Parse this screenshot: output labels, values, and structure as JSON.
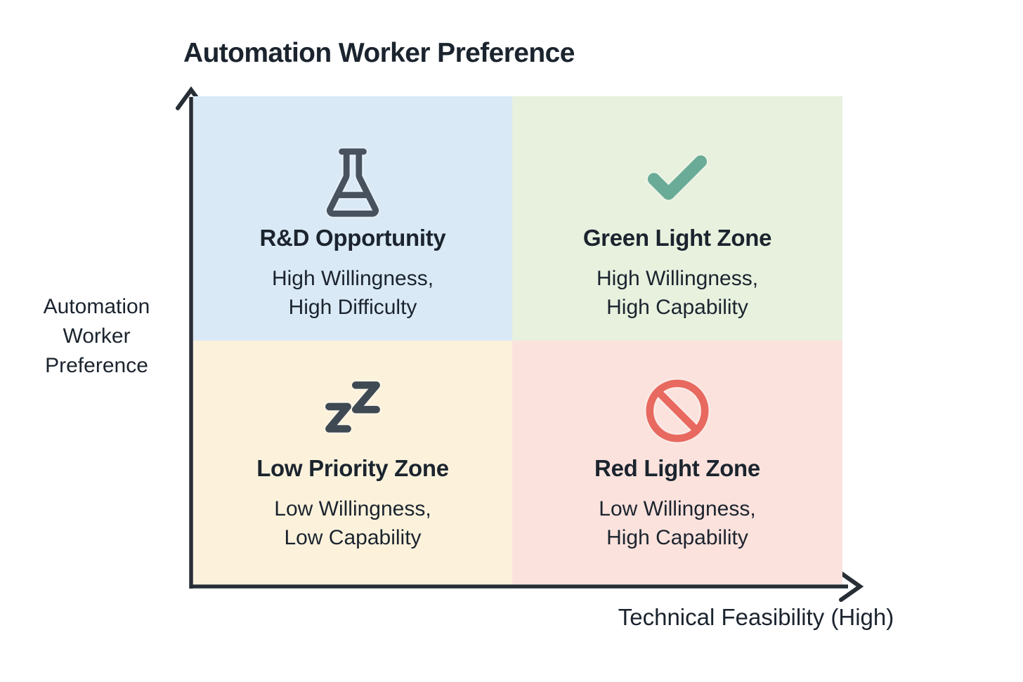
{
  "title": "Automation Worker Preference",
  "axes": {
    "y_label_line1": "Automation",
    "y_label_line2": "Worker",
    "y_label_line3": "Preference",
    "x_label": "Technical Feasibility (High)"
  },
  "quadrants": {
    "top_left": {
      "icon": "flask-icon",
      "heading": "R&D Opportunity",
      "sub_line1": "High Willingness,",
      "sub_line2": "High Difficulty",
      "bg": "#dae9f6",
      "icon_color": "#47525e"
    },
    "top_right": {
      "icon": "check-icon",
      "heading": "Green Light Zone",
      "sub_line1": "High Willingness,",
      "sub_line2": "High Capability",
      "bg": "#e7f1de",
      "icon_color": "#6aab97"
    },
    "bottom_left": {
      "icon": "sleep-zzz-icon",
      "heading": "Low Priority Zone",
      "sub_line1": "Low Willingness,",
      "sub_line2": "Low Capability",
      "bg": "#fcf2dc",
      "icon_color": "#3e4953"
    },
    "bottom_right": {
      "icon": "ban-icon",
      "heading": "Red Light Zone",
      "sub_line1": "Low Willingness,",
      "sub_line2": "High Capability",
      "bg": "#fbe2dd",
      "icon_color": "#e8695f"
    }
  },
  "colors": {
    "text": "#1b242e",
    "axis": "#272e35",
    "background": "#ffffff"
  }
}
